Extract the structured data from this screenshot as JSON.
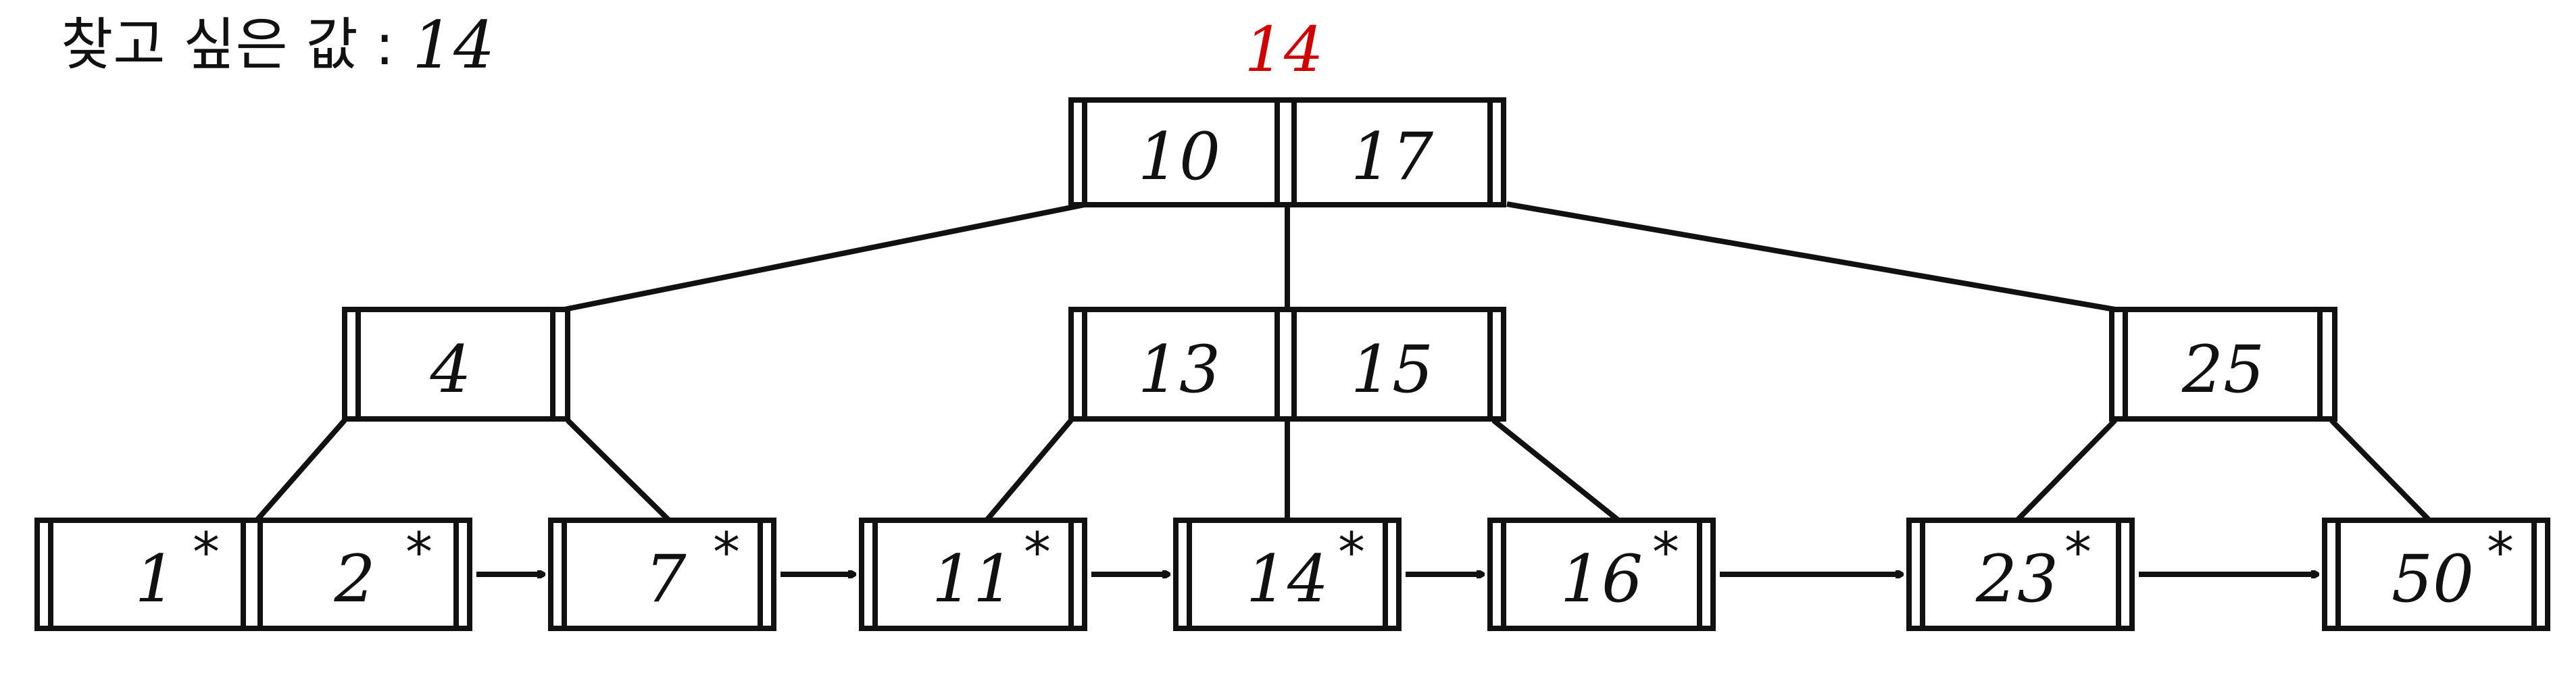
{
  "title": {
    "label": "찾고 싶은 값",
    "separator": ":",
    "value": "14"
  },
  "search_marker": {
    "text": "14",
    "color": "#d00000"
  },
  "tree": {
    "root": {
      "keys": [
        "10",
        "17"
      ]
    },
    "internal": [
      {
        "keys": [
          "4"
        ]
      },
      {
        "keys": [
          "13",
          "15"
        ]
      },
      {
        "keys": [
          "25"
        ]
      }
    ],
    "leaves": [
      {
        "keys": [
          "1",
          "2"
        ],
        "star": "*"
      },
      {
        "keys": [
          "7"
        ],
        "star": "*"
      },
      {
        "keys": [
          "11"
        ],
        "star": "*"
      },
      {
        "keys": [
          "14"
        ],
        "star": "*"
      },
      {
        "keys": [
          "16"
        ],
        "star": "*"
      },
      {
        "keys": [
          "23"
        ],
        "star": "*"
      },
      {
        "keys": [
          "50"
        ],
        "star": "*"
      }
    ]
  },
  "colors": {
    "stroke": "#111111",
    "accent": "#d00000",
    "background": "#ffffff"
  }
}
